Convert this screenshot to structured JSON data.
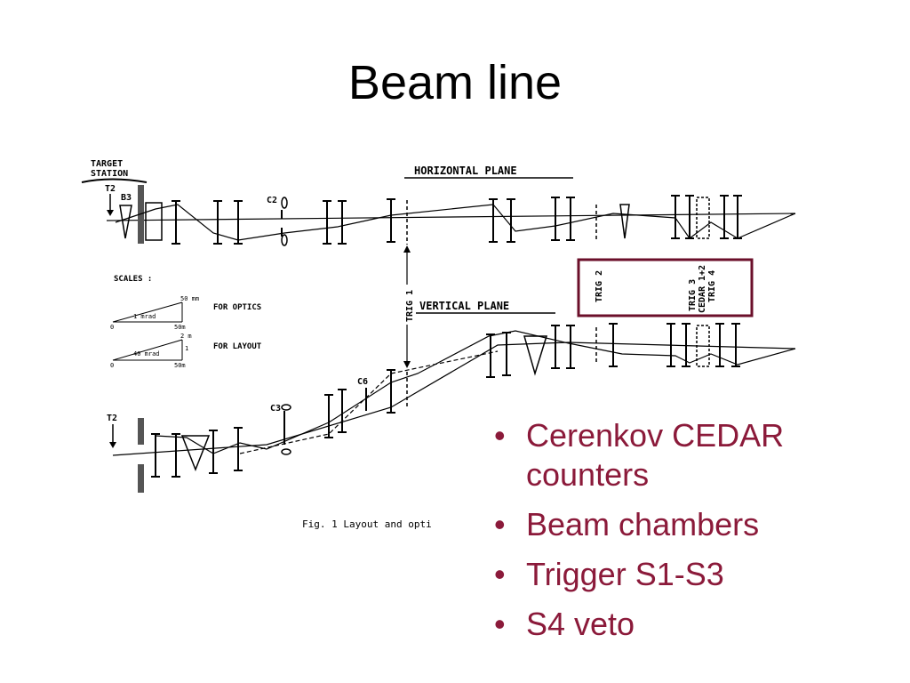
{
  "slide": {
    "title": "Beam line",
    "bullets": [
      "Cerenkov CEDAR counters",
      "Beam chambers",
      "Trigger S1-S3",
      "S4 veto"
    ],
    "accent_color": "#8b1a3a",
    "highlight_box_color": "#6b0f2a"
  },
  "figure": {
    "target_station_line1": "TARGET",
    "target_station_line2": "STATION",
    "t2_top": "T2",
    "b3": "B3",
    "c2": "C2",
    "horizontal_plane": "HORIZONTAL PLANE",
    "vertical_plane": "VERTICAL PLANE",
    "scales": "SCALES :",
    "scale_optics_top": "50 mm",
    "scale_optics_angle": "1 mrad",
    "scale_optics_bottom": "50m",
    "for_optics": "FOR OPTICS",
    "scale_layout_top": "2 m",
    "scale_layout_mid": "1",
    "scale_layout_angle": "40 mrad",
    "scale_layout_bottom": "50m",
    "scale_zero": "0",
    "for_layout": "FOR LAYOUT",
    "trig1": "TRIG 1",
    "trig2": "TRIG 2",
    "trig3": "TRIG 3",
    "cedar": "CEDAR 1+2",
    "trig4": "TRIG 4",
    "c6": "C6",
    "c3": "C3",
    "t2_bottom": "T2",
    "caption": "Fig. 1  Layout and opti"
  }
}
